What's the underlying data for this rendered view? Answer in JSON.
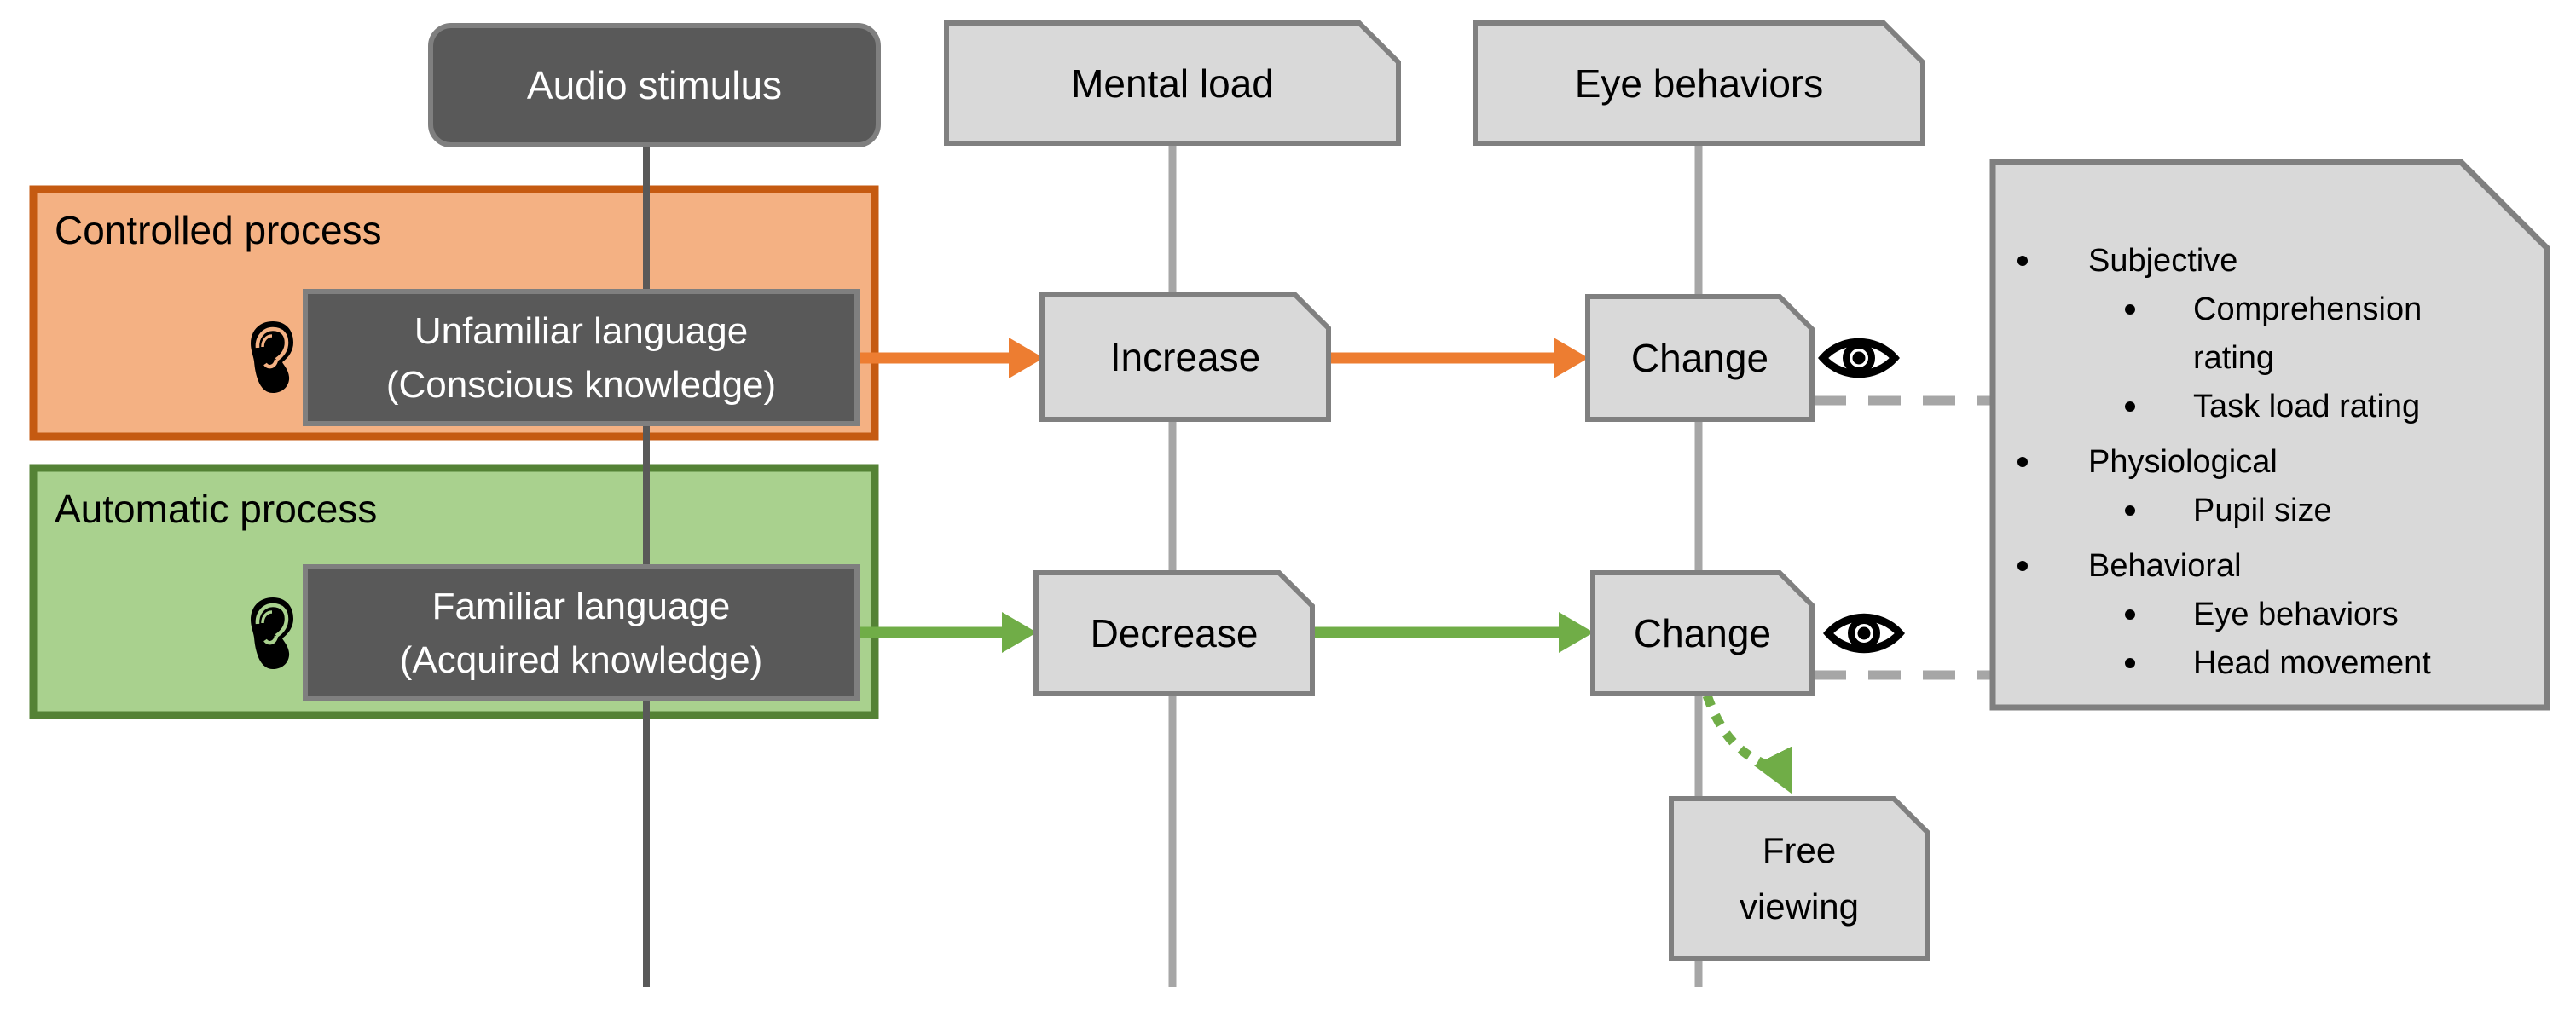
{
  "header": {
    "audio": "Audio stimulus",
    "mental": "Mental load",
    "eye": "Eye behaviors"
  },
  "processes": [
    {
      "label": "Controlled process",
      "language": "Unfamiliar language",
      "knowledge": "(Conscious knowledge)",
      "mental_effect": "Increase",
      "eye_effect": "Change"
    },
    {
      "label": "Automatic process",
      "language": "Familiar language",
      "knowledge": "(Acquired knowledge)",
      "mental_effect": "Decrease",
      "eye_effect": "Change"
    }
  ],
  "free_viewing_label": "Free viewing",
  "measures": [
    {
      "label": "Subjective",
      "children": [
        "Comprehension rating",
        "Task load rating"
      ]
    },
    {
      "label": "Physiological",
      "children": [
        "Pupil size"
      ]
    },
    {
      "label": "Behavioral",
      "children": [
        "Eye behaviors",
        "Head movement"
      ]
    }
  ],
  "colors": {
    "orange_fill": "#F4B183",
    "orange_border": "#C55A11",
    "orange_arrow": "#ED7D31",
    "green_fill": "#A9D18E",
    "green_border": "#548235",
    "green_arrow": "#70AD47",
    "dark_fill": "#595959",
    "dark_border": "#7F7F7F",
    "light_fill": "#D9D9D9",
    "light_border": "#808080",
    "timeline_dark": "#595959",
    "timeline_gray": "#A6A6A6",
    "connector_dash": "#A6A6A6",
    "text_dark": "#000000",
    "text_light": "#FFFFFF"
  }
}
